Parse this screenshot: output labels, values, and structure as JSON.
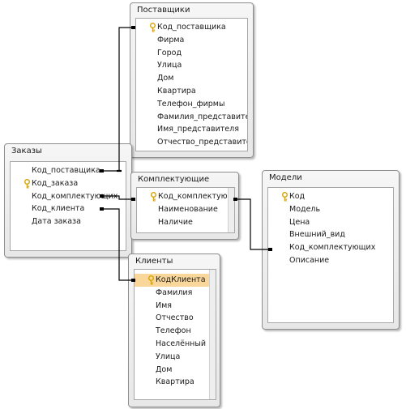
{
  "tables": {
    "suppliers": {
      "title": "Поставщики",
      "fields": [
        {
          "name": "Код_поставщика",
          "key": true
        },
        {
          "name": "Фирма"
        },
        {
          "name": "Город"
        },
        {
          "name": "Улица"
        },
        {
          "name": "Дом"
        },
        {
          "name": "Квартира"
        },
        {
          "name": "Телефон_фирмы"
        },
        {
          "name": "Фамилия_представителя"
        },
        {
          "name": "Имя_представителя"
        },
        {
          "name": "Отчество_представителя"
        }
      ]
    },
    "orders": {
      "title": "Заказы",
      "fields": [
        {
          "name": "Код_поставщика"
        },
        {
          "name": "Код_заказа",
          "key": true
        },
        {
          "name": "Код_комплектующих"
        },
        {
          "name": "Код_клиента"
        },
        {
          "name": "Дата заказа"
        }
      ]
    },
    "components": {
      "title": "Комплектующие",
      "fields": [
        {
          "name": "Код_комплектующих",
          "key": true
        },
        {
          "name": "Наименование"
        },
        {
          "name": "Наличие"
        }
      ]
    },
    "models": {
      "title": "Модели",
      "fields": [
        {
          "name": "Код",
          "key": true
        },
        {
          "name": "Модель"
        },
        {
          "name": "Цена"
        },
        {
          "name": "Внешний_вид"
        },
        {
          "name": "Код_комплектующих"
        },
        {
          "name": "Описание"
        }
      ]
    },
    "clients": {
      "title": "Клиенты",
      "fields": [
        {
          "name": "КодКлиента",
          "key": true,
          "selected": true
        },
        {
          "name": "Фамилия"
        },
        {
          "name": "Имя"
        },
        {
          "name": "Отчество"
        },
        {
          "name": "Телефон"
        },
        {
          "name": "Населённый пункт"
        },
        {
          "name": "Улица"
        },
        {
          "name": "Дом"
        },
        {
          "name": "Квартира"
        }
      ]
    }
  },
  "colors": {
    "selected_row": "#f9d79b",
    "link_line": "#000000",
    "key_icon": "#d9a300"
  }
}
